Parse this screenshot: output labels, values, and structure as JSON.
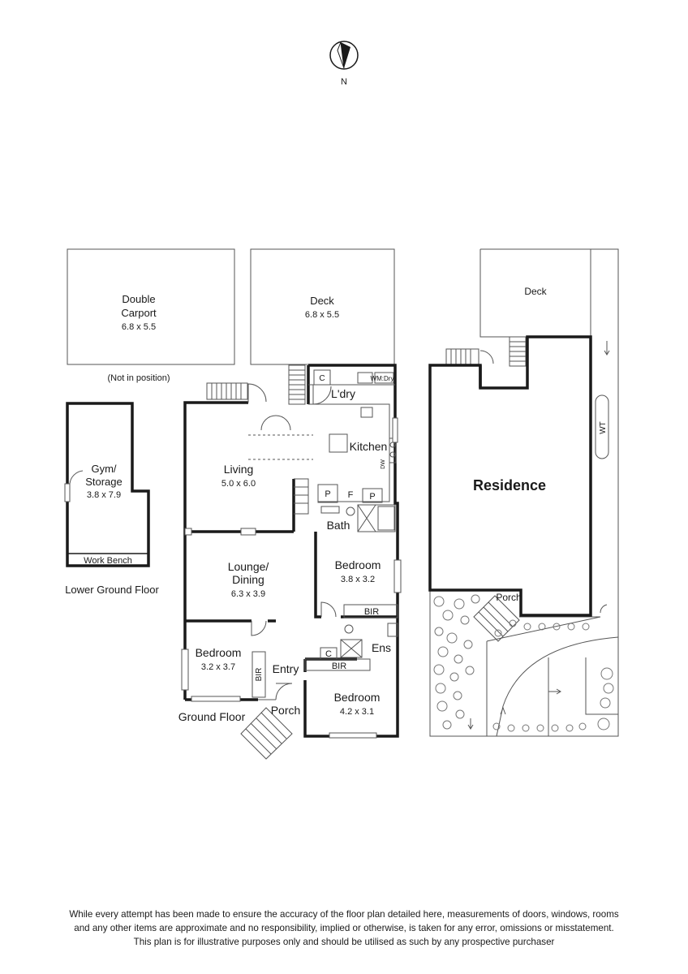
{
  "compass": {
    "label": "N"
  },
  "outbuildings": {
    "carport": {
      "line1": "Double",
      "line2": "Carport",
      "size": "6.8 x 5.5"
    },
    "carport_note": "(Not in position)",
    "gym": {
      "line1": "Gym/",
      "line2": "Storage",
      "size": "3.8 x 7.9"
    },
    "work_bench": "Work Bench",
    "lower_ground_floor": "Lower Ground Floor"
  },
  "ground_floor": {
    "title": "Ground Floor",
    "deck": {
      "name": "Deck",
      "size": "6.8 x 5.5"
    },
    "living": {
      "name": "Living",
      "size": "5.0 x 6.0"
    },
    "laundry": {
      "name": "L'dry",
      "c": "C",
      "wm": "WM",
      "dry": "Dry"
    },
    "kitchen": {
      "name": "Kitchen",
      "dw": "DW"
    },
    "pantry": {
      "p1": "P",
      "f": "F",
      "p2": "P"
    },
    "bath": "Bath",
    "lounge": {
      "line1": "Lounge/",
      "line2": "Dining",
      "size": "6.3 x 3.9"
    },
    "bedroom_a": {
      "name": "Bedroom",
      "size": "3.8 x 3.2"
    },
    "bir_a": "BIR",
    "ensuite": "Ens",
    "c_b": "C",
    "bir_b": "BIR",
    "bedroom_b": {
      "name": "Bedroom",
      "size": "3.2 x 3.7"
    },
    "bir_c": "BIR",
    "entry": "Entry",
    "porch": "Porch",
    "bedroom_c": {
      "name": "Bedroom",
      "size": "4.2 x 3.1"
    }
  },
  "site_plan": {
    "deck": "Deck",
    "residence": "Residence",
    "wt": "WT",
    "porch": "Porch"
  },
  "disclaimer": {
    "line1": "While every attempt has been made to ensure the accuracy of the floor plan detailed here, measurements of doors, windows, rooms",
    "line2": "and any other items are approximate and no responsibility, implied or otherwise, is taken for any error, omissions or misstatement.",
    "line3": "This plan is for illustrative purposes only and should be utilised as such by any prospective purchaser"
  },
  "colors": {
    "wall": "#1a1a1a",
    "thin_line": "#555555",
    "tree": "#777777"
  }
}
